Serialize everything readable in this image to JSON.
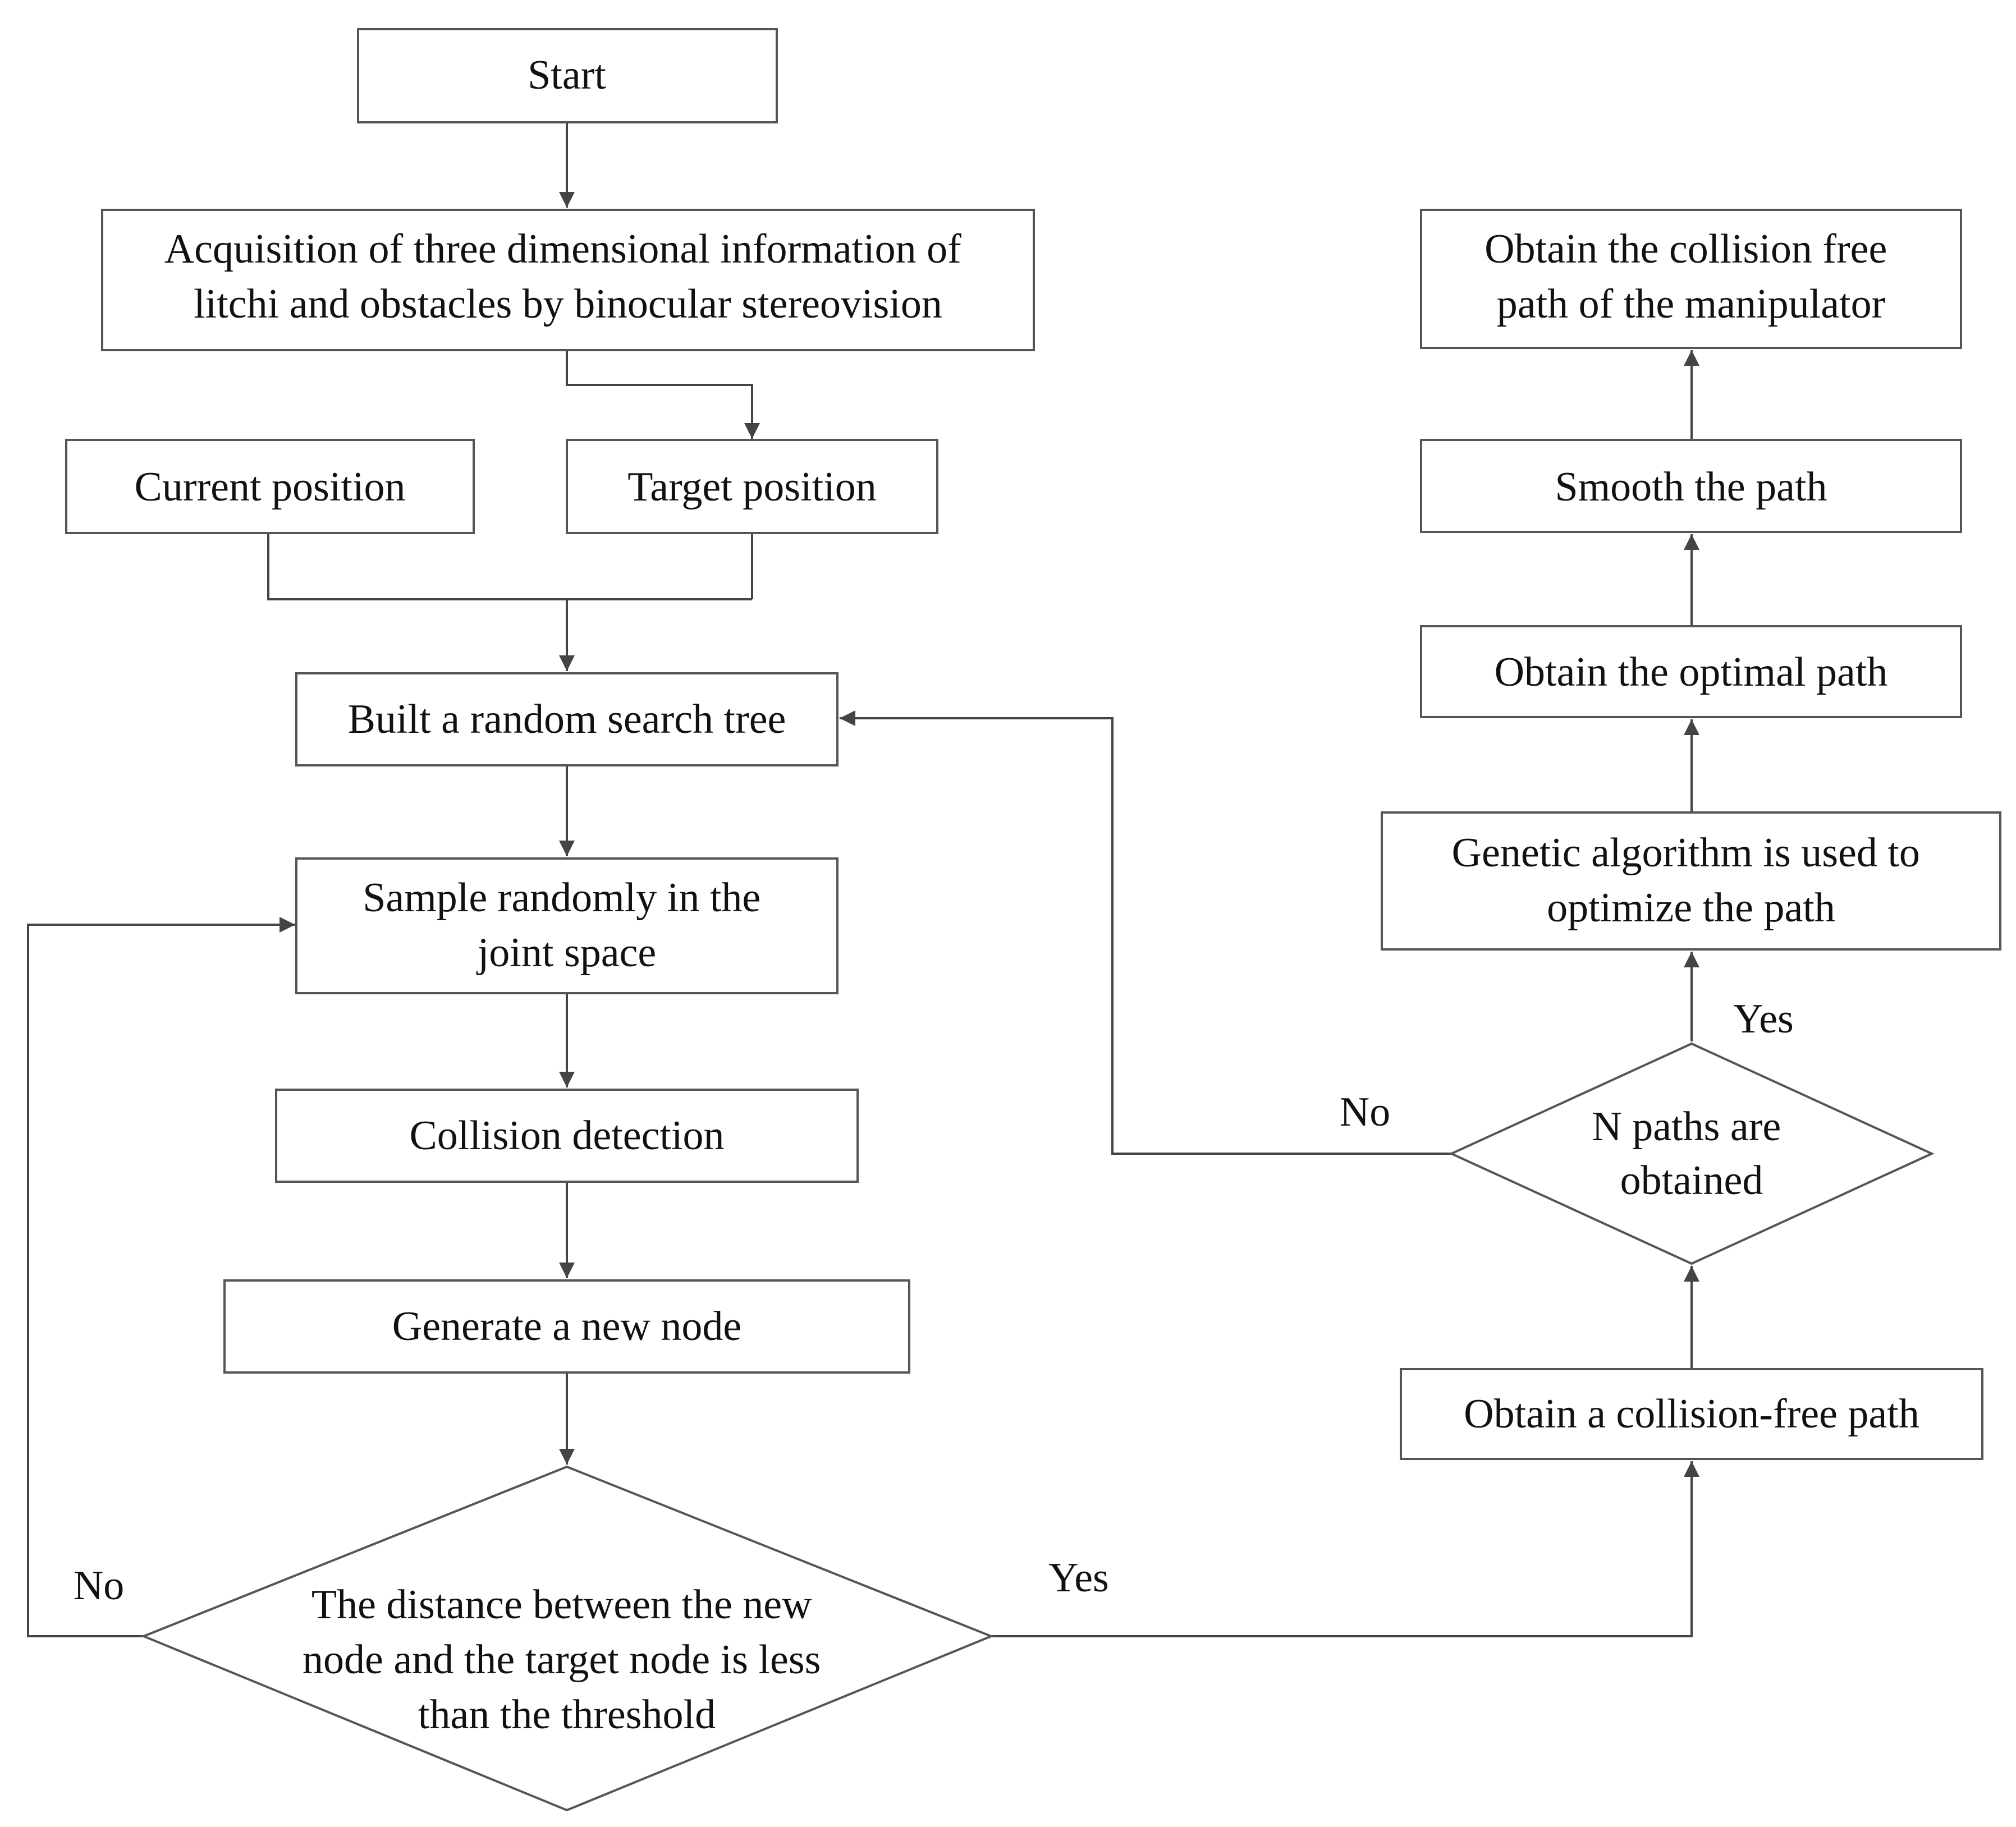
{
  "nodes": {
    "start": {
      "lines": [
        "Start"
      ]
    },
    "acquisition": {
      "lines": [
        "Acquisition of three dimensional information of",
        "litchi and obstacles by binocular stereovision"
      ]
    },
    "current": {
      "lines": [
        "Current position"
      ]
    },
    "target": {
      "lines": [
        "Target position"
      ]
    },
    "build_tree": {
      "lines": [
        "Built a random search tree"
      ]
    },
    "sample": {
      "lines": [
        "Sample randomly in the",
        "joint space"
      ]
    },
    "collision": {
      "lines": [
        "Collision detection"
      ]
    },
    "new_node": {
      "lines": [
        "Generate a new node"
      ]
    },
    "distance": {
      "lines": [
        "The distance between the new",
        "node and the target node is less",
        "than the threshold"
      ]
    },
    "collision_free": {
      "lines": [
        "Obtain a collision-free path"
      ]
    },
    "n_paths": {
      "lines": [
        "N paths are",
        "obtained"
      ]
    },
    "genetic": {
      "lines": [
        "Genetic algorithm is used to",
        "optimize the path"
      ]
    },
    "optimal": {
      "lines": [
        "Obtain the optimal path"
      ]
    },
    "smooth": {
      "lines": [
        "Smooth the path"
      ]
    },
    "final": {
      "lines": [
        "Obtain the collision free",
        "path of the manipulator"
      ]
    }
  },
  "edge_labels": {
    "distance_no": "No",
    "distance_yes": "Yes",
    "npaths_no": "No",
    "npaths_yes": "Yes"
  }
}
